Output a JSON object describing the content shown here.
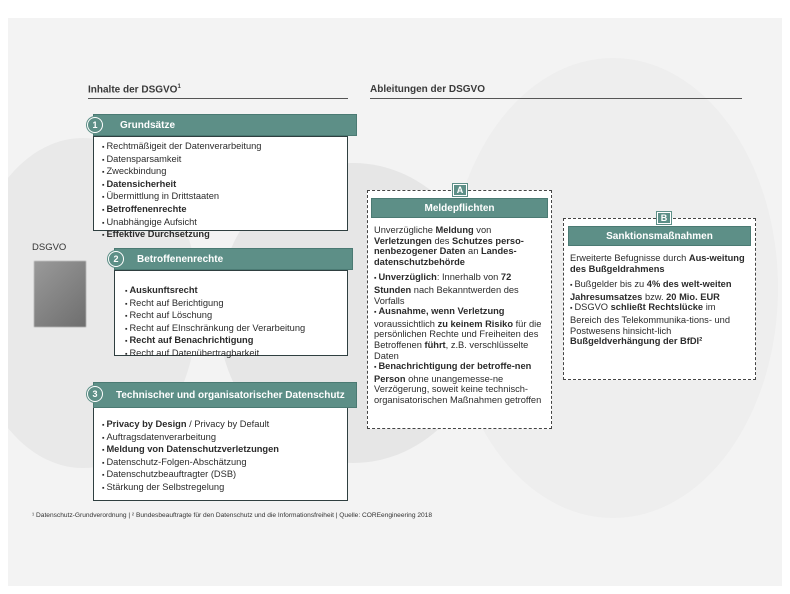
{
  "sections": {
    "left_title": "Inhalte der DSGVO",
    "left_sup": "1",
    "right_title": "Ableitungen der DSGVO"
  },
  "side_label": "DSGVO",
  "boxes": [
    {
      "number": "1",
      "title": "Grundsätze",
      "items": [
        {
          "segs": [
            {
              "t": "Rechtmäßigeit der Datenverarbeitung",
              "b": false
            }
          ]
        },
        {
          "segs": [
            {
              "t": "Datensparsamkeit",
              "b": false
            }
          ]
        },
        {
          "segs": [
            {
              "t": "Zweckbindung",
              "b": false
            }
          ]
        },
        {
          "segs": [
            {
              "t": "Datensicherheit",
              "b": true
            }
          ]
        },
        {
          "segs": [
            {
              "t": "Übermittlung in Drittstaaten",
              "b": false
            }
          ]
        },
        {
          "segs": [
            {
              "t": "Betroffenenrechte",
              "b": true
            }
          ]
        },
        {
          "segs": [
            {
              "t": "Unabhängige Aufsicht",
              "b": false
            }
          ]
        },
        {
          "segs": [
            {
              "t": "Effektive Durchsetzung",
              "b": true
            }
          ]
        }
      ]
    },
    {
      "number": "2",
      "title": "Betroffenenrechte",
      "items": [
        {
          "segs": [
            {
              "t": "Auskunftsrecht",
              "b": true
            }
          ]
        },
        {
          "segs": [
            {
              "t": "Recht auf Berichtigung",
              "b": false
            }
          ]
        },
        {
          "segs": [
            {
              "t": "Recht auf Löschung",
              "b": false
            }
          ]
        },
        {
          "segs": [
            {
              "t": "Recht auf EInschränkung der Verarbeitung",
              "b": false
            }
          ]
        },
        {
          "segs": [
            {
              "t": "Recht auf Benachrichtigung",
              "b": true
            }
          ]
        },
        {
          "segs": [
            {
              "t": "Recht auf Datenübertragbarkeit",
              "b": false
            }
          ]
        }
      ]
    },
    {
      "number": "3",
      "title": "Technischer und organisatorischer Datenschutz",
      "items": [
        {
          "segs": [
            {
              "t": "Privacy by Design",
              "b": true
            },
            {
              "t": " / Privacy by Default",
              "b": false
            }
          ]
        },
        {
          "segs": [
            {
              "t": "Auftragsdatenverarbeitung",
              "b": false
            }
          ]
        },
        {
          "segs": [
            {
              "t": "Meldung von Datenschutzverletzungen",
              "b": true
            }
          ]
        },
        {
          "segs": [
            {
              "t": "Datenschutz-Folgen-Abschätzung",
              "b": false
            }
          ]
        },
        {
          "segs": [
            {
              "t": "Datenschutzbeauftragter (DSB)",
              "b": false
            }
          ]
        },
        {
          "segs": [
            {
              "t": "Stärkung der Selbstregelung",
              "b": false
            }
          ]
        }
      ]
    }
  ],
  "derived": [
    {
      "letter": "A",
      "title": "Meldepflichten",
      "intro": [
        {
          "t": "Unverzügliche ",
          "b": false
        },
        {
          "t": "Meldung",
          "b": true
        },
        {
          "t": " von ",
          "b": false
        },
        {
          "t": "Verletzungen",
          "b": true
        },
        {
          "t": " des ",
          "b": false
        },
        {
          "t": "Schutzes perso-nenbezogener Daten",
          "b": true
        },
        {
          "t": " an ",
          "b": false
        },
        {
          "t": "Landes-datenschutzbehörde",
          "b": true
        }
      ],
      "items": [
        {
          "segs": [
            {
              "t": "Unverzüglich",
              "b": true
            },
            {
              "t": ": Innerhalb von ",
              "b": false
            },
            {
              "t": "72 Stunden",
              "b": true
            },
            {
              "t": " nach Bekanntwerden des Vorfalls",
              "b": false
            }
          ]
        },
        {
          "segs": [
            {
              "t": "Ausnahme, wenn Verletzung",
              "b": true
            },
            {
              "t": " voraussichtlich ",
              "b": false
            },
            {
              "t": "zu keinem Risiko",
              "b": true
            },
            {
              "t": " für die persönlichen Rechte und Freiheiten des Betroffenen ",
              "b": false
            },
            {
              "t": "führt",
              "b": true
            },
            {
              "t": ", z.B. verschlüsselte Daten",
              "b": false
            }
          ]
        },
        {
          "segs": [
            {
              "t": "Benachrichtigung der betroffe-nen Person",
              "b": true
            },
            {
              "t": " ohne unangemesse-ne Verzögerung, soweit keine technisch-organisatorischen Maßnahmen getroffen",
              "b": false
            }
          ]
        }
      ]
    },
    {
      "letter": "B",
      "title": "Sanktionsmaßnahmen",
      "intro": [
        {
          "t": "Erweiterte Befugnisse durch ",
          "b": false
        },
        {
          "t": "Aus-weitung des Bußgeldrahmens",
          "b": true
        }
      ],
      "items": [
        {
          "segs": [
            {
              "t": "Bußgelder bis zu ",
              "b": false
            },
            {
              "t": "4% des welt-weiten Jahresumsatzes",
              "b": true
            },
            {
              "t": " bzw. ",
              "b": false
            },
            {
              "t": "20 Mio. EUR",
              "b": true
            }
          ]
        },
        {
          "segs": [
            {
              "t": "DSGVO ",
              "b": false
            },
            {
              "t": "schließt Rechtslücke",
              "b": true
            },
            {
              "t": " im Bereich des Telekommunika-tions- und Postwesens hinsicht-lich ",
              "b": false
            },
            {
              "t": "Bußgeldverhängung der BfDI",
              "b": true
            },
            {
              "t": "²",
              "b": true
            }
          ]
        }
      ]
    }
  ],
  "footnote": "¹ Datenschutz-Grundverordnung | ² Bundesbeauftragte für den Datenschutz und die Informationsfreiheit | Quelle: COREengineering 2018",
  "colors": {
    "accent": "#5d8f87",
    "background": "#f3f3f3"
  }
}
